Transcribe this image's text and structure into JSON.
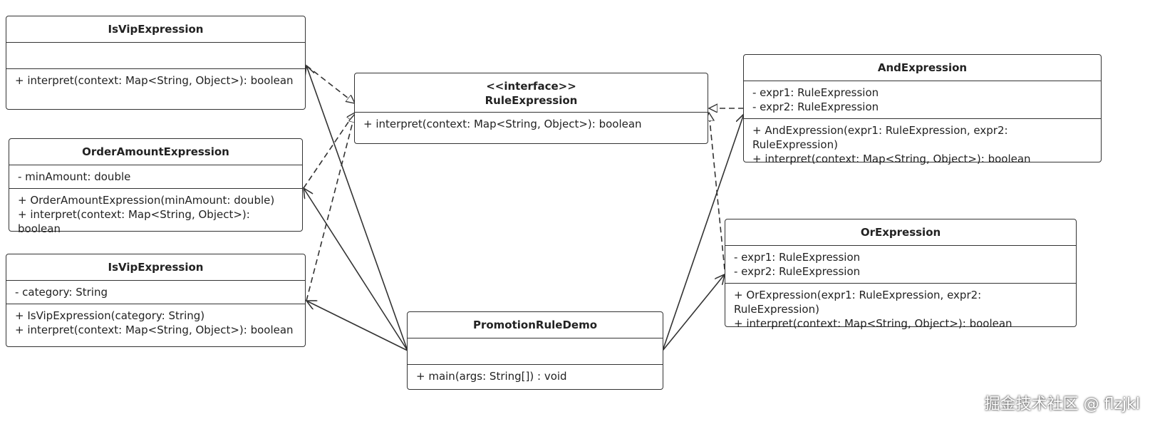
{
  "classes": {
    "isvip1": {
      "name": "IsVipExpression",
      "attributes": [],
      "methods": [
        "+ interpret(context: Map<String, Object>): boolean"
      ]
    },
    "orderamount": {
      "name": "OrderAmountExpression",
      "attributes": [
        "- minAmount: double"
      ],
      "methods": [
        "+ OrderAmountExpression(minAmount: double)",
        "+ interpret(context: Map<String, Object>): boolean"
      ]
    },
    "isvip2": {
      "name": "IsVipExpression",
      "attributes": [
        "- category: String"
      ],
      "methods": [
        "+ IsVipExpression(category: String)",
        "+ interpret(context: Map<String, Object>): boolean"
      ]
    },
    "rule": {
      "stereotype": "<<interface>>",
      "name": "RuleExpression",
      "methods": [
        "+ interpret(context: Map<String, Object>): boolean"
      ]
    },
    "and": {
      "name": "AndExpression",
      "attributes": [
        "- expr1: RuleExpression",
        "- expr2: RuleExpression"
      ],
      "methods": [
        "+ AndExpression(expr1: RuleExpression, expr2: RuleExpression)",
        "+ interpret(context: Map<String, Object>): boolean"
      ]
    },
    "or": {
      "name": "OrExpression",
      "attributes": [
        "- expr1: RuleExpression",
        "- expr2: RuleExpression"
      ],
      "methods": [
        "+ OrExpression(expr1: RuleExpression, expr2: RuleExpression)",
        "+ interpret(context: Map<String, Object>): boolean"
      ]
    },
    "demo": {
      "name": "PromotionRuleDemo",
      "attributes": [],
      "methods": [
        "+ main(args: String[]) : void"
      ]
    }
  },
  "watermark": "掘金技术社区 @ flzjkl"
}
